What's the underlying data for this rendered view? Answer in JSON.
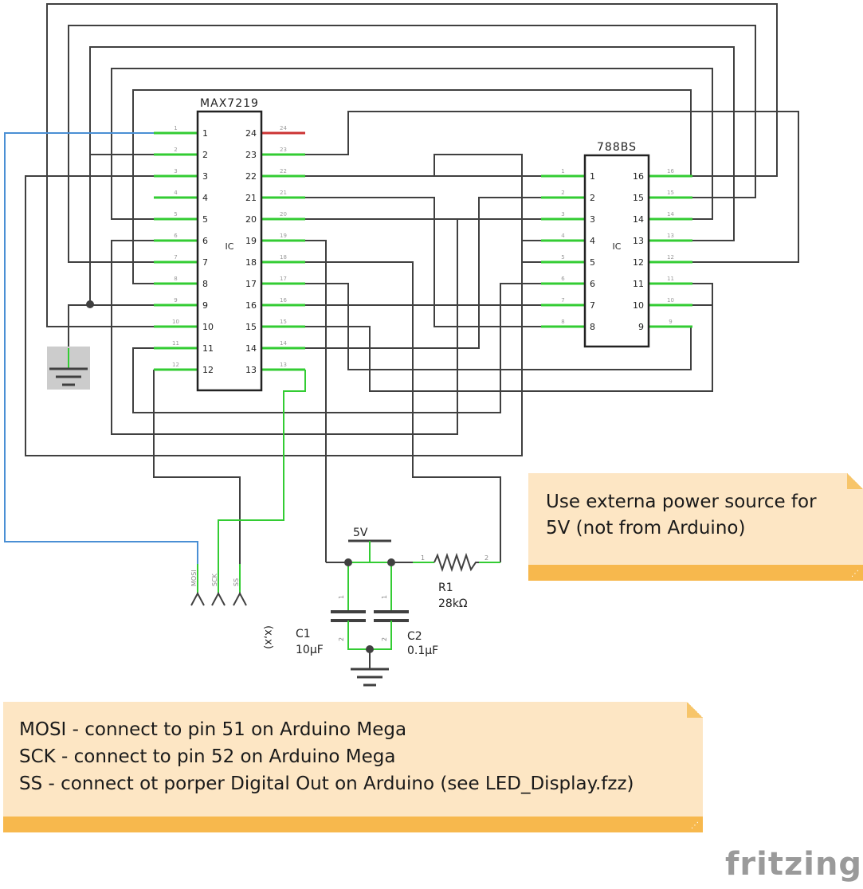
{
  "max7219": {
    "title": "MAX7219",
    "center_label": "IC",
    "left_pins": [
      "1",
      "2",
      "3",
      "4",
      "5",
      "6",
      "7",
      "8",
      "9",
      "10",
      "11",
      "12"
    ],
    "right_pins": [
      "24",
      "23",
      "22",
      "21",
      "20",
      "19",
      "18",
      "17",
      "16",
      "15",
      "14",
      "13"
    ]
  },
  "display": {
    "title": "788BS",
    "center_label": "IC",
    "left_pins": [
      "1",
      "2",
      "3",
      "4",
      "5",
      "6",
      "7",
      "8"
    ],
    "right_pins": [
      "16",
      "15",
      "14",
      "13",
      "12",
      "11",
      "10",
      "9"
    ]
  },
  "power": {
    "label": "5V"
  },
  "resistor": {
    "name": "R1",
    "value": "28kΩ",
    "pin1": "1",
    "pin2": "2"
  },
  "cap1": {
    "name": "C1",
    "value": "10µF",
    "pin1": "1",
    "pin2": "2"
  },
  "cap2": {
    "name": "C2",
    "value": "0.1µF",
    "pin1": "1",
    "pin2": "2"
  },
  "connectors": {
    "mosi": "MOSI",
    "sck": "SCK",
    "ss": "SS",
    "coord": "(x,x)"
  },
  "notes": {
    "power": [
      "Use externa power source for",
      "5V (not from Arduino)"
    ],
    "arduino": [
      "MOSI - connect to pin 51 on Arduino Mega",
      "SCK - connect to pin 52 on Arduino Mega",
      "SS - connect ot porper Digital Out on Arduino (see LED_Display.fzz)"
    ]
  },
  "brand": {
    "logo": "fritzing"
  },
  "colors": {
    "wire": "#404040",
    "pin": "#33cc33",
    "spi_wire": "#4a8fd4",
    "unused_pin": "#cc3333",
    "note_bg": "#fde6c4",
    "note_bar": "#f7b84d"
  }
}
